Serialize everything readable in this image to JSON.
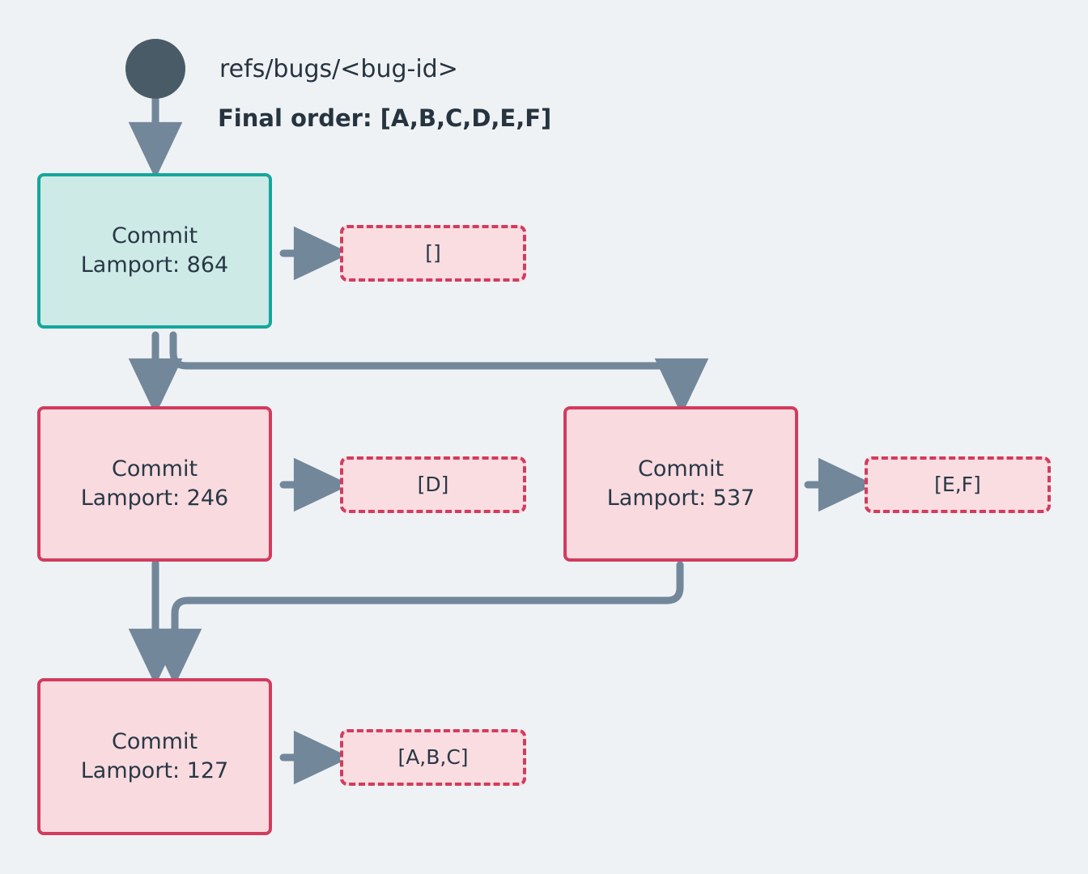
{
  "diagram": {
    "title_ref": "refs/bugs/<bug-id>",
    "final_order_label": "Final order: [A,B,C,D,E,F]",
    "background_color": "#eff2f5",
    "root_node": {
      "name": "root-ref-dot",
      "color": "#4a5b68"
    },
    "commit_word": "Commit",
    "nodes": [
      {
        "id": "commit-864",
        "line1": "Commit",
        "line2": "Lamport: 864",
        "lamport": 864,
        "style": "teal",
        "fill": "#cdeae6",
        "stroke": "#14a79b",
        "tag": {
          "id": "tag-empty",
          "label": "[]",
          "items": []
        }
      },
      {
        "id": "commit-246",
        "line1": "Commit",
        "line2": "Lamport: 246",
        "lamport": 246,
        "style": "pink",
        "fill": "#f8dadf",
        "stroke": "#d23c5e",
        "tag": {
          "id": "tag-d",
          "label": "[D]",
          "items": [
            "D"
          ]
        }
      },
      {
        "id": "commit-537",
        "line1": "Commit",
        "line2": "Lamport: 537",
        "lamport": 537,
        "style": "pink",
        "fill": "#f8dadf",
        "stroke": "#d23c5e",
        "tag": {
          "id": "tag-ef",
          "label": "[E,F]",
          "items": [
            "E",
            "F"
          ]
        }
      },
      {
        "id": "commit-127",
        "line1": "Commit",
        "line2": "Lamport: 127",
        "lamport": 127,
        "style": "pink",
        "fill": "#f8dadf",
        "stroke": "#d23c5e",
        "tag": {
          "id": "tag-abc",
          "label": "[A,B,C]",
          "items": [
            "A",
            "B",
            "C"
          ]
        }
      }
    ],
    "edge_color": "#72879a"
  }
}
